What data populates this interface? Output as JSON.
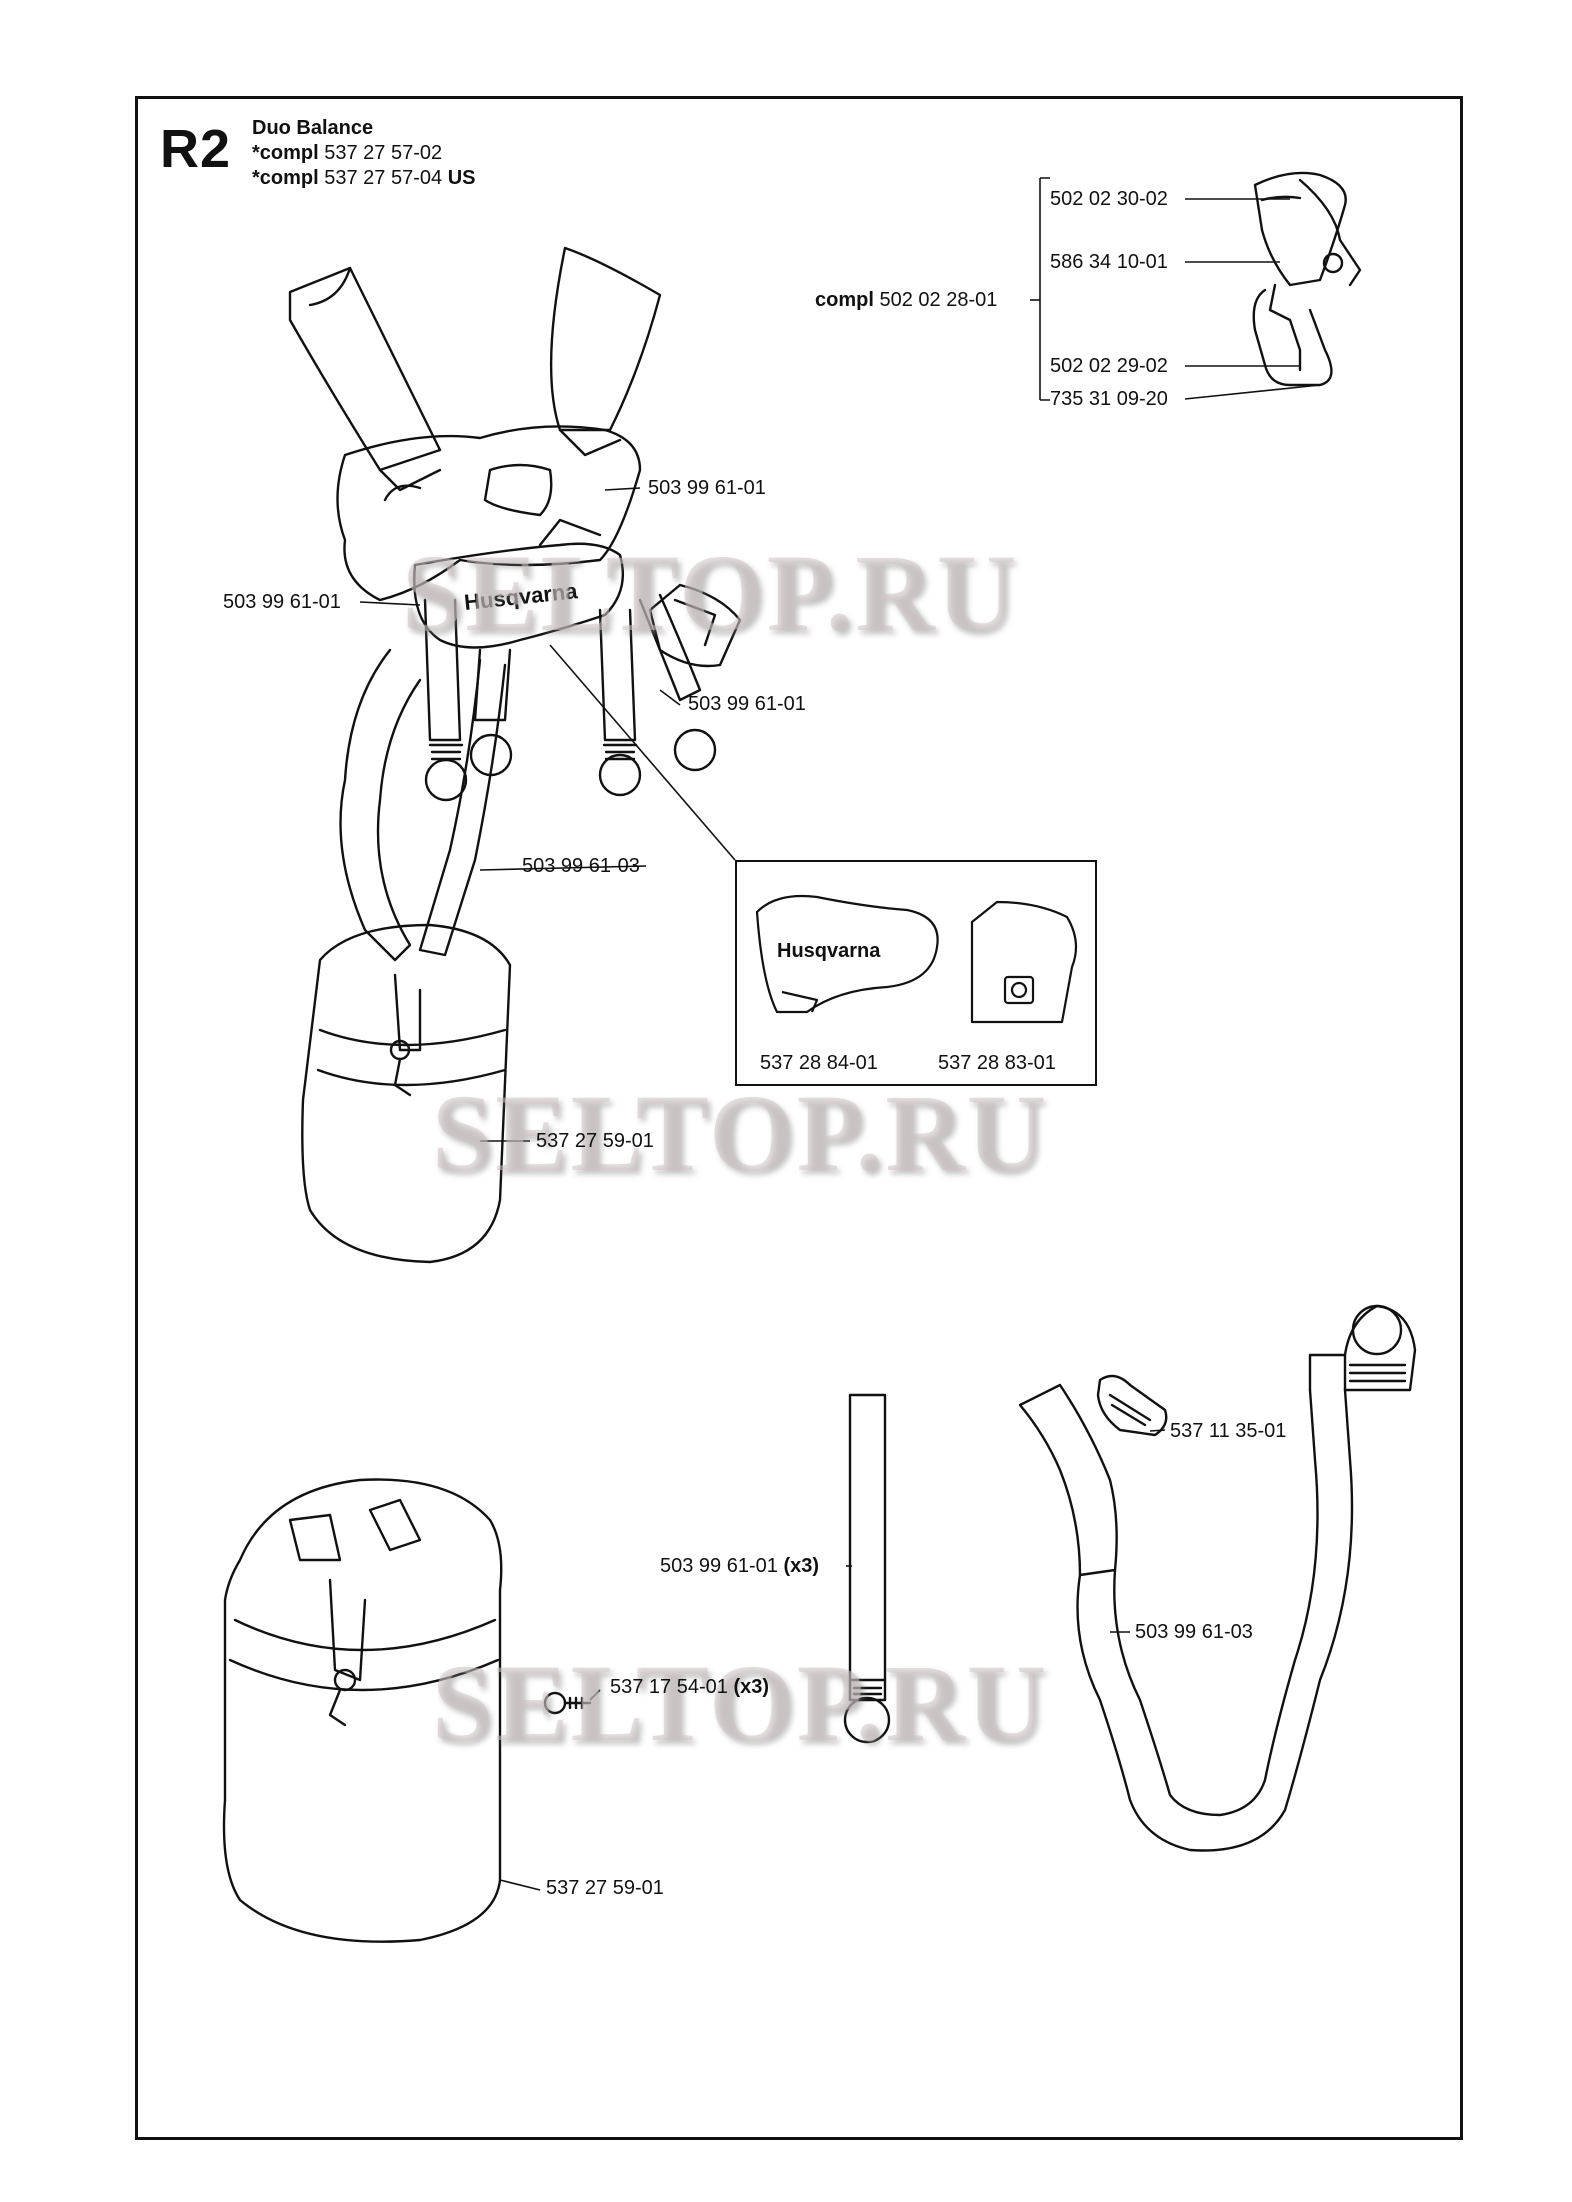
{
  "header": {
    "section": "R2",
    "title": "Duo Balance",
    "lines": [
      {
        "prefix": "*compl",
        "number": "537 27 57-02",
        "suffix": ""
      },
      {
        "prefix": "*compl",
        "number": "537 27 57-04",
        "suffix": "US"
      }
    ]
  },
  "watermark": "SELTOP.RU",
  "labels": {
    "hook_top": "502 02 30-02",
    "hook_mid": "586 34 10-01",
    "hook_compl_prefix": "compl",
    "hook_compl_number": "502 02 28-01",
    "hook_lower": "502 02 29-02",
    "hook_bottom": "735 31 09-20",
    "strap_right": "503 99 61-01",
    "strap_left": "503 99 61-01",
    "strap_buckle": "503 99 61-01",
    "belt_strap": "503 99 61-03",
    "pad_upper": "537 27 59-01",
    "inset_left": "537 28 84-01",
    "inset_right": "537 28 83-01",
    "loose_strap": "503 99 61-01",
    "loose_strap_qty": "(x3)",
    "buckle_part": "537 11 35-01",
    "belt_loose": "503 99 61-03",
    "screw": "537 17 54-01",
    "screw_qty": "(x3)",
    "pad_lower": "537 27 59-01"
  },
  "brand": "Husqvarna"
}
